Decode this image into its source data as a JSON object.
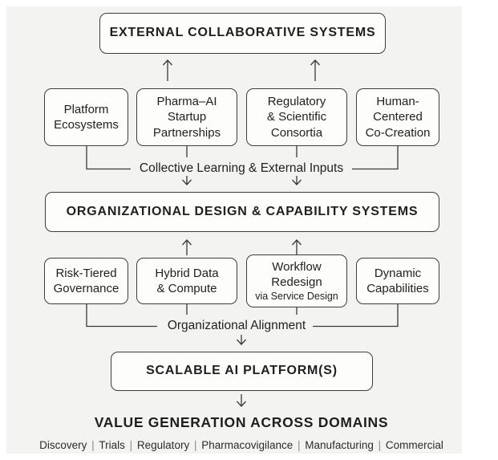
{
  "diagram": {
    "colors": {
      "canvas_bg": "#f3f3f1",
      "box_bg": "#fdfdfc",
      "box_border": "#3d3d3d",
      "text": "#1f1f1f",
      "line": "#3a3a3a",
      "separator": "#8a8a8a"
    },
    "banners": {
      "external": "EXTERNAL COLLABORATIVE SYSTEMS",
      "organizational": "ORGANIZATIONAL DESIGN & CAPABILITY SYSTEMS",
      "platform": "SCALABLE AI PLATFORM(S)"
    },
    "external_row": {
      "box1": "Platform\nEcosystems",
      "box2": "Pharma–AI\nStartup\nPartnerships",
      "box3": "Regulatory\n& Scientific\nConsortia",
      "box4": "Human-\nCentered\nCo-Creation"
    },
    "capability_row": {
      "box1": "Risk-Tiered\nGovernance",
      "box2": "Hybrid Data\n& Compute",
      "box3": "Workflow\nRedesign",
      "box3_sub": "via Service Design",
      "box4": "Dynamic\nCapabilities"
    },
    "connector_labels": {
      "collective": "Collective Learning & External Inputs",
      "alignment": "Organizational Alignment"
    },
    "footer": {
      "heading": "VALUE GENERATION ACROSS DOMAINS",
      "domains": [
        "Discovery",
        "Trials",
        "Regulatory",
        "Pharmacovigilance",
        "Manufacturing",
        "Commercial"
      ],
      "separator": "|"
    }
  }
}
